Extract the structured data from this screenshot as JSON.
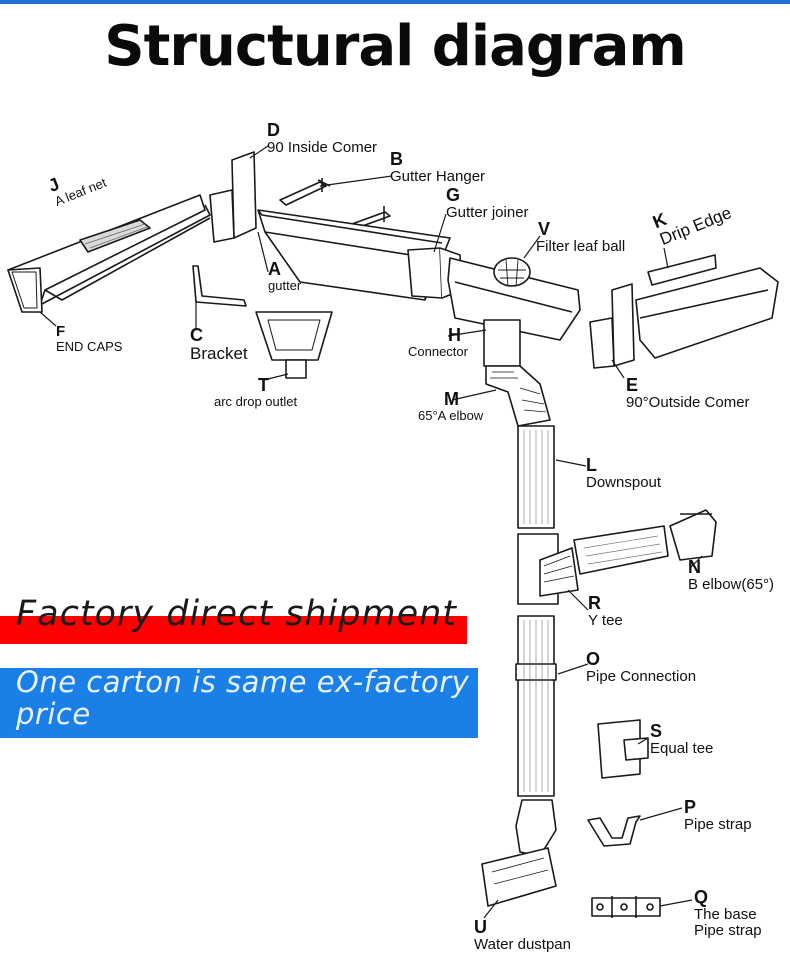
{
  "title": "Structural diagram",
  "parts": {
    "A": {
      "code": "A",
      "name": "gutter"
    },
    "B": {
      "code": "B",
      "name": "Gutter Hanger"
    },
    "C": {
      "code": "C",
      "name": "Bracket"
    },
    "D": {
      "code": "D",
      "name": "90 Inside Comer"
    },
    "E": {
      "code": "E",
      "name": "90°Outside Comer"
    },
    "F": {
      "code": "F",
      "name": "END CAPS"
    },
    "G": {
      "code": "G",
      "name": "Gutter joiner"
    },
    "H": {
      "code": "H",
      "name": "Connector"
    },
    "J": {
      "code": "J",
      "name": "A leaf net"
    },
    "K": {
      "code": "K",
      "name": "Drip Edge"
    },
    "L": {
      "code": "L",
      "name": "Downspout"
    },
    "M": {
      "code": "M",
      "name": "65°A elbow"
    },
    "N": {
      "code": "N",
      "name": "B elbow(65°)"
    },
    "O": {
      "code": "O",
      "name": "Pipe Connection"
    },
    "P": {
      "code": "P",
      "name": "Pipe strap"
    },
    "Q": {
      "code": "Q",
      "name1": "The base",
      "name2": "Pipe strap"
    },
    "R": {
      "code": "R",
      "name": "Y tee"
    },
    "S": {
      "code": "S",
      "name": "Equal tee"
    },
    "T": {
      "code": "T",
      "name": "arc drop outlet"
    },
    "U": {
      "code": "U",
      "name": "Water dustpan"
    },
    "V": {
      "code": "V",
      "name": "Filter leaf ball"
    }
  },
  "banners": {
    "red": "Factory direct shipment",
    "blue": "One carton is same ex-factory price"
  },
  "colors": {
    "red_banner": "#ff0000",
    "blue_banner": "#1a7fe6",
    "top_rule": "#1e6fd0"
  }
}
